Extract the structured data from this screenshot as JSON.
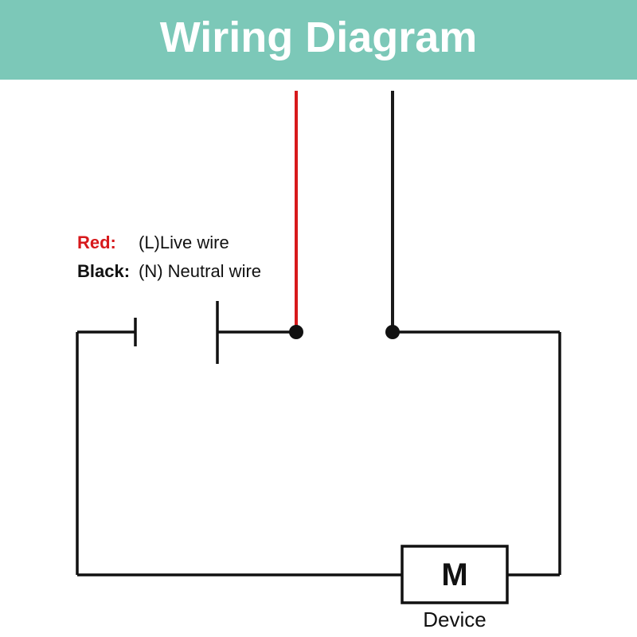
{
  "header": {
    "title": "Wiring Diagram"
  },
  "legend": {
    "items": [
      {
        "key": "Red:",
        "desc": "(L)Live wire"
      },
      {
        "key": "Black:",
        "desc": "(N) Neutral wire"
      }
    ]
  },
  "diagram": {
    "motor_symbol": "M",
    "device_label": "Device"
  },
  "colors": {
    "header_bg": "#7cc8b8",
    "live_wire": "#d7191c",
    "neutral_wire": "#1a1a1a",
    "circuit_line": "#111111",
    "legend_red_key": "#d7191c"
  }
}
